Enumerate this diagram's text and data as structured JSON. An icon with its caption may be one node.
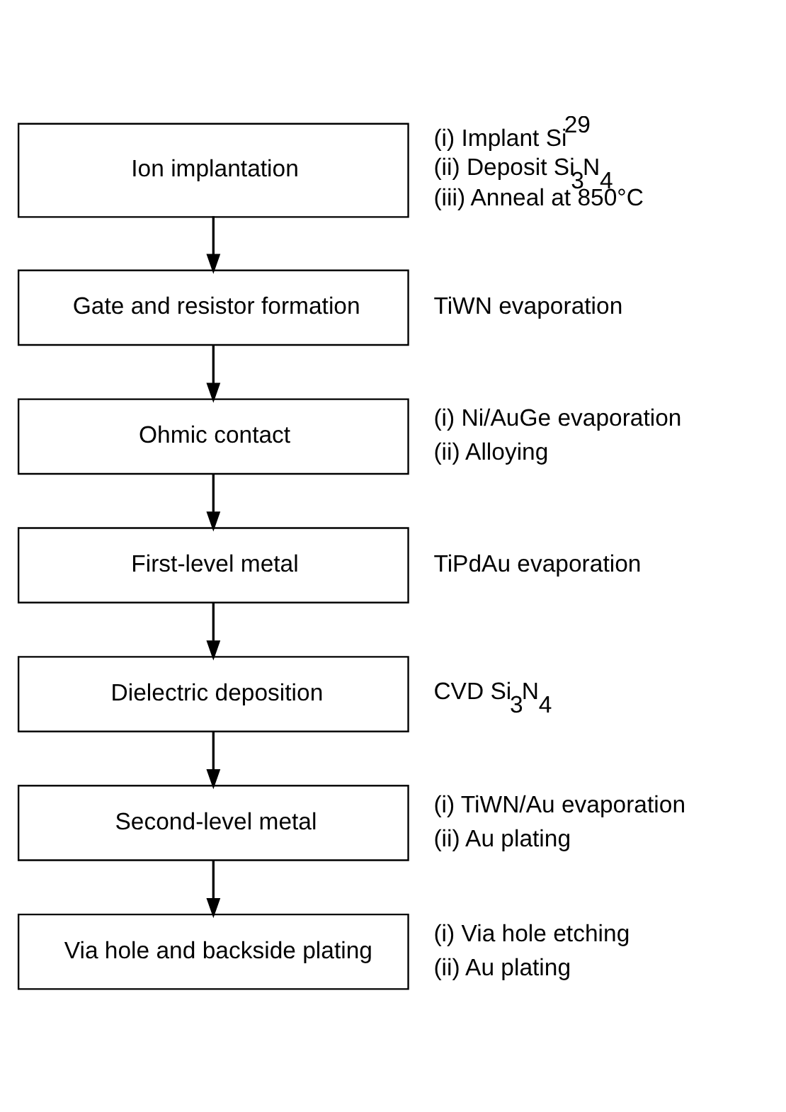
{
  "diagram": {
    "nodes": [
      {
        "text": [
          "Ion implantation"
        ],
        "beside": [
          "(i) Implant Si$^{29}$",
          "(ii) Deposit Si$_{3}$N$_{4}$",
          "(iii) Anneal at 850°C"
        ]
      },
      {
        "text": [
          "Gate and resistor formation"
        ],
        "beside": [
          "TiWN evaporation"
        ]
      },
      {
        "text": [
          "Ohmic contact"
        ],
        "beside": [
          "(i) Ni/AuGe evaporation",
          "(ii) Alloying"
        ]
      },
      {
        "text": [
          "First-level metal"
        ],
        "beside": [
          "TiPdAu evaporation"
        ]
      },
      {
        "text": [
          "Dielectric deposition"
        ],
        "beside": [
          "CVD Si$_{3}$N$_{4}$"
        ]
      },
      {
        "text": [
          "Second-level metal"
        ],
        "beside": [
          "(i) TiWN/Au evaporation",
          "(ii) Au plating"
        ]
      },
      {
        "text": [
          "Via hole and backside plating"
        ],
        "beside": [
          "(i) Via hole etching",
          "(ii) Au plating"
        ]
      }
    ],
    "edges": [
      {
        "from": 0,
        "to": 1,
        "arrow": "to"
      },
      {
        "from": 1,
        "to": 2,
        "arrow": "to"
      },
      {
        "from": 2,
        "to": 3,
        "arrow": "to"
      },
      {
        "from": 3,
        "to": 4,
        "arrow": "to"
      },
      {
        "from": 4,
        "to": 5,
        "arrow": "to"
      },
      {
        "from": 5,
        "to": 6,
        "arrow": "to"
      }
    ]
  }
}
